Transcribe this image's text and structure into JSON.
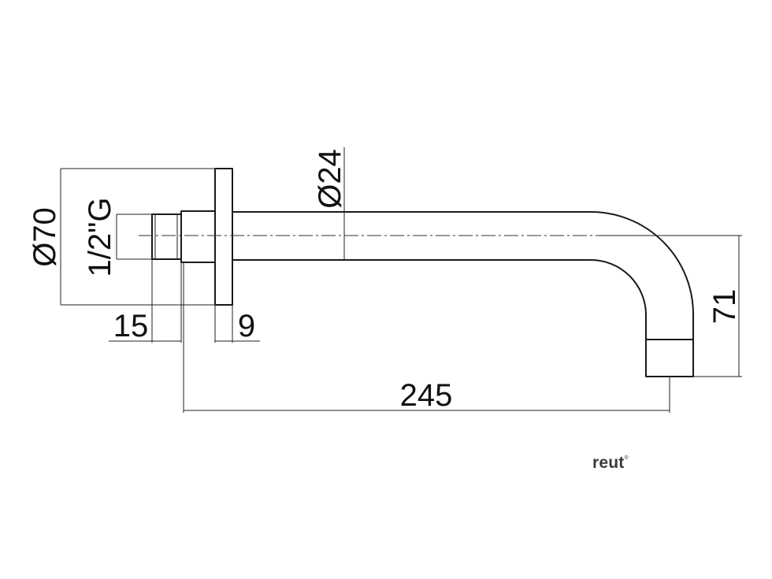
{
  "dimensions": {
    "flange_diameter": "Ø70",
    "thread": "1/2\"G",
    "pipe_diameter": "Ø24",
    "thread_length": "15",
    "flange_thickness": "9",
    "arm_length": "245",
    "drop_height": "71"
  },
  "brand": {
    "name": "reut",
    "mark": "®"
  },
  "colors": {
    "line": "#1a1a1a",
    "text": "#111111",
    "logo": "#3a3a3a",
    "background": "#ffffff"
  }
}
